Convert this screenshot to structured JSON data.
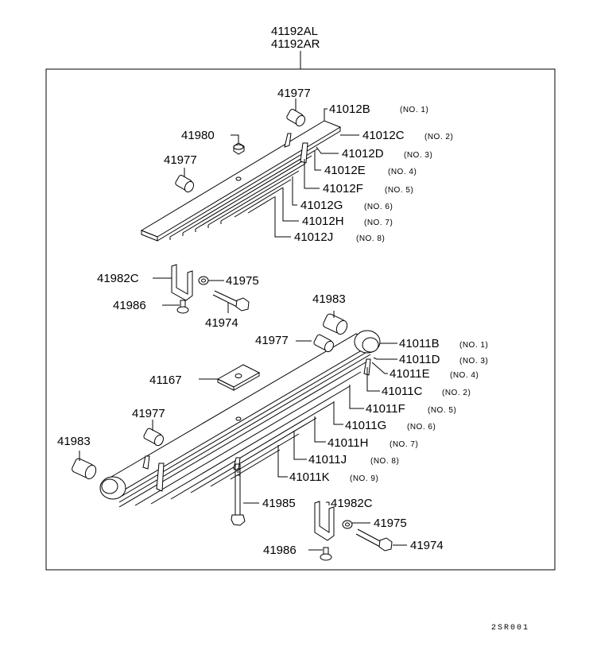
{
  "header": {
    "assembly_left": "41192AL",
    "assembly_right": "41192AR"
  },
  "front_spring": {
    "parts": {
      "p41977a": "41977",
      "p41980": "41980",
      "p41977b": "41977",
      "leaf1": "41012B",
      "leaf1_no": "(NO. 1)",
      "leaf2": "41012C",
      "leaf2_no": "(NO. 2)",
      "leaf3": "41012D",
      "leaf3_no": "(NO. 3)",
      "leaf4": "41012E",
      "leaf4_no": "(NO. 4)",
      "leaf5": "41012F",
      "leaf5_no": "(NO. 5)",
      "leaf6": "41012G",
      "leaf6_no": "(NO. 6)",
      "leaf7": "41012H",
      "leaf7_no": "(NO. 7)",
      "leaf8": "41012J",
      "leaf8_no": "(NO. 8)"
    }
  },
  "middle_hardware": {
    "clip": "41982C",
    "washer": "41975",
    "rivet": "41986",
    "bolt": "41974"
  },
  "rear_spring": {
    "parts": {
      "p41983a": "41983",
      "p41977c": "41977",
      "p41167": "41167",
      "p41977d": "41977",
      "p41983b": "41983",
      "leaf1": "41011B",
      "leaf1_no": "(NO. 1)",
      "leaf3": "41011D",
      "leaf3_no": "(NO. 3)",
      "leaf4": "41011E",
      "leaf4_no": "(NO. 4)",
      "leaf2": "41011C",
      "leaf2_no": "(NO. 2)",
      "leaf5": "41011F",
      "leaf5_no": "(NO. 5)",
      "leaf6": "41011G",
      "leaf6_no": "(NO. 6)",
      "leaf7": "41011H",
      "leaf7_no": "(NO. 7)",
      "leaf8": "41011J",
      "leaf8_no": "(NO. 8)",
      "leaf9": "41011K",
      "leaf9_no": "(NO. 9)"
    }
  },
  "bottom_hardware": {
    "center_bolt": "41985",
    "clip": "41982C",
    "washer": "41975",
    "bolt": "41974",
    "rivet": "41986"
  },
  "footer": {
    "drawing_code": "2SR001"
  }
}
